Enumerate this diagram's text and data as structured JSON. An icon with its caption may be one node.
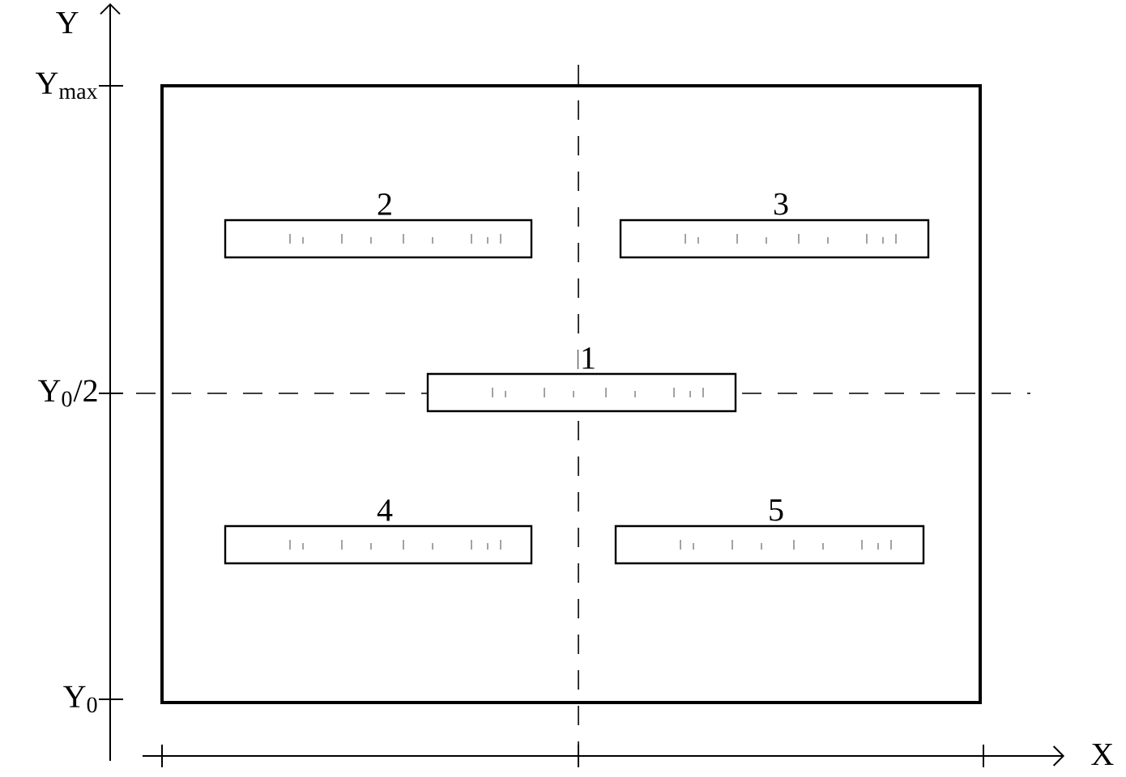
{
  "diagram": {
    "nodes": [
      {
        "text": [],
        "shape": "box"
      },
      {
        "text": [
          "2"
        ],
        "in": 0
      },
      {
        "text": [
          "3"
        ],
        "in": 0
      },
      {
        "text": [
          "1"
        ],
        "in": 0
      },
      {
        "text": [
          "4"
        ],
        "in": 0
      },
      {
        "text": [
          "5"
        ],
        "in": 0
      }
    ],
    "edges": [],
    "labels": [
      "Y",
      "Y$_{max}$",
      "Y$_{0}$/2",
      "Y$_{0}$",
      "X"
    ]
  }
}
